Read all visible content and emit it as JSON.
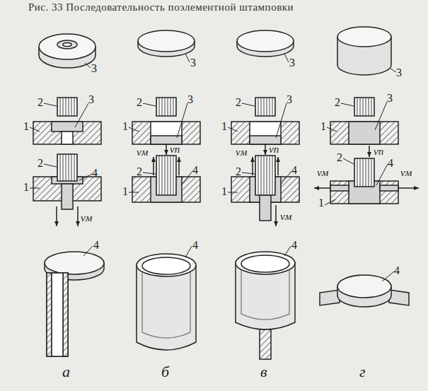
{
  "diagram": {
    "title": "Рис. 33 Последовательность поэлементной штамповки",
    "labels": [
      "3",
      "2",
      "3",
      "1",
      "2",
      "1",
      "4",
      "vм",
      "4",
      "а",
      "3",
      "2",
      "3",
      "1",
      "vм",
      "vп",
      "2",
      "4",
      "1",
      "4",
      "б",
      "3",
      "2",
      "3",
      "1",
      "vм",
      "vп",
      "2",
      "4",
      "1",
      "vм",
      "4",
      "в",
      "3",
      "2",
      "3",
      "1",
      "vп",
      "2",
      "vм",
      "4",
      "vм",
      "1",
      "4",
      "г"
    ]
  }
}
